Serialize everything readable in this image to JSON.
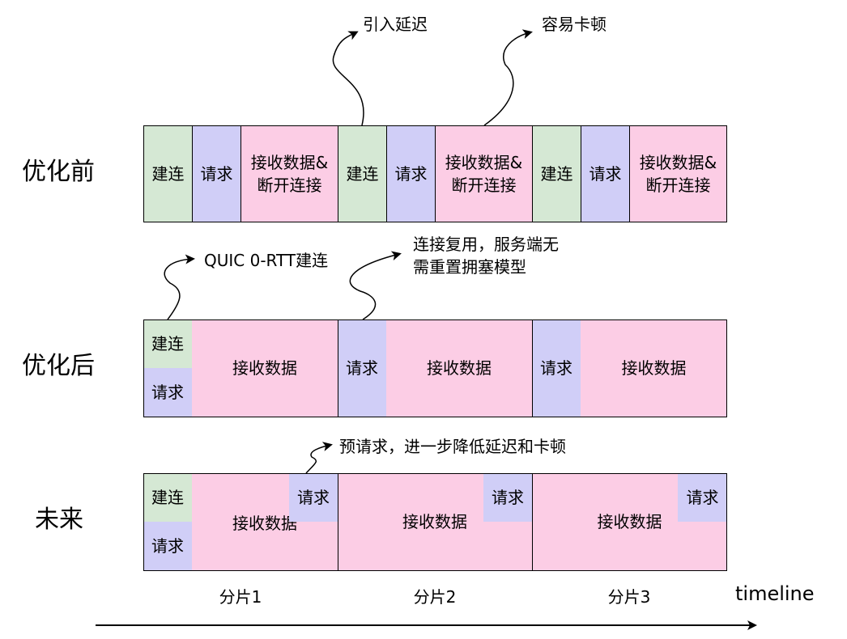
{
  "rows": {
    "before": {
      "label": "优化前",
      "connect": "建连",
      "request": "请求",
      "receive_close": "接收数据&\n断开连接"
    },
    "after": {
      "label": "优化后",
      "connect": "建连",
      "request": "请求",
      "receive": "接收数据"
    },
    "future": {
      "label": "未来",
      "connect": "建连",
      "request": "请求",
      "receive": "接收数据",
      "prerequest": "请求"
    }
  },
  "annotations": {
    "added_latency": "引入延迟",
    "stutter": "容易卡顿",
    "quic": "QUIC 0-RTT建连",
    "reuse": "连接复用，服务端无\n需重置拥塞模型",
    "prefetch": "预请求，进一步降低延迟和卡顿"
  },
  "segments": [
    "分片1",
    "分片2",
    "分片3"
  ],
  "axis": {
    "label": "timeline"
  },
  "colors": {
    "connect": "#d5e8d4",
    "request": "#d0cef7",
    "receive": "#fccde5"
  }
}
